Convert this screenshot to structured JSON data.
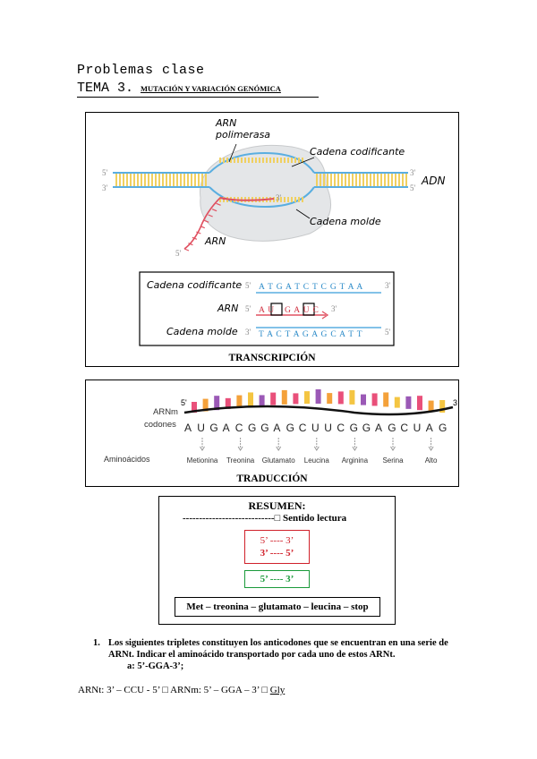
{
  "header": {
    "title": "Problemas clase",
    "topic_number": "TEMA 3.",
    "topic_name": "MUTACIÓN Y VARIACIÓN GENÓMICA"
  },
  "transcription": {
    "caption": "TRANSCRIPCIÓN",
    "label_enzyme_1": "ARN",
    "label_enzyme_2": "polimerasa",
    "label_coding": "Cadena codificante",
    "label_template": "Cadena molde",
    "label_dna": "ADN",
    "label_rna": "ARN",
    "end_5": "5'",
    "end_3": "3'",
    "detail_coding_label": "Cadena codificante",
    "detail_coding_seq": "A T G A T C T C G T A A",
    "detail_rna_label": "ARN",
    "detail_rna_seq_1": "A U",
    "detail_rna_seq_2": "G A U C",
    "detail_template_label": "Cadena molde",
    "detail_template_seq": "T A C T A G A G C A T T"
  },
  "translation": {
    "caption": "TRADUCCIÓN",
    "mrna_label_1": "ARNm",
    "mrna_label_2": "codones",
    "end_5": "5'",
    "end_3": "3'",
    "bases": [
      "A",
      "U",
      "G",
      "A",
      "C",
      "G",
      "G",
      "A",
      "G",
      "C",
      "U",
      "U",
      "C",
      "G",
      "G",
      "A",
      "G",
      "C",
      "U",
      "A",
      "G"
    ],
    "aminoacids_label": "Aminoácidos",
    "aminoacids": [
      "Metionina",
      "Treonina",
      "Glutamato",
      "Leucina",
      "Arginina",
      "Serina",
      "Alto"
    ],
    "tRNA_colors": [
      "#e9507a",
      "#f4a13a",
      "#9b59b6",
      "#e9507a",
      "#f4a13a",
      "#f4c542",
      "#9b59b6",
      "#e9507a",
      "#f4a13a",
      "#e9507a",
      "#f4c542",
      "#9b59b6",
      "#f4a13a",
      "#e9507a",
      "#f4c542",
      "#9b59b6",
      "#e9507a",
      "#f4a13a",
      "#f4c542",
      "#9b59b6",
      "#e9507a",
      "#f4a13a",
      "#f4c542"
    ]
  },
  "summary": {
    "title": "RESUMEN:",
    "direction": "----------------------------□ Sentido lectura",
    "red_line_1": "5’ ---- 3’",
    "red_line_2": "3’ ---- 5’",
    "green_line": "5’ ---- 3’",
    "chain": "Met – treonina – glutamato – leucina – stop"
  },
  "question": {
    "number": "1.",
    "text": "Los siguientes tripletes constituyen los anticodones que se encuentran en una serie de ARNt. Indicar el aminoácido transportado por cada uno de estos ARNt.",
    "item": "a: 5’-GGA-3’;"
  },
  "answer": {
    "prefix": "ARNt: 3’ – CCU - 5’ □ ARNm: 5’ – GGA – 3’ □",
    "result": "Gly"
  }
}
